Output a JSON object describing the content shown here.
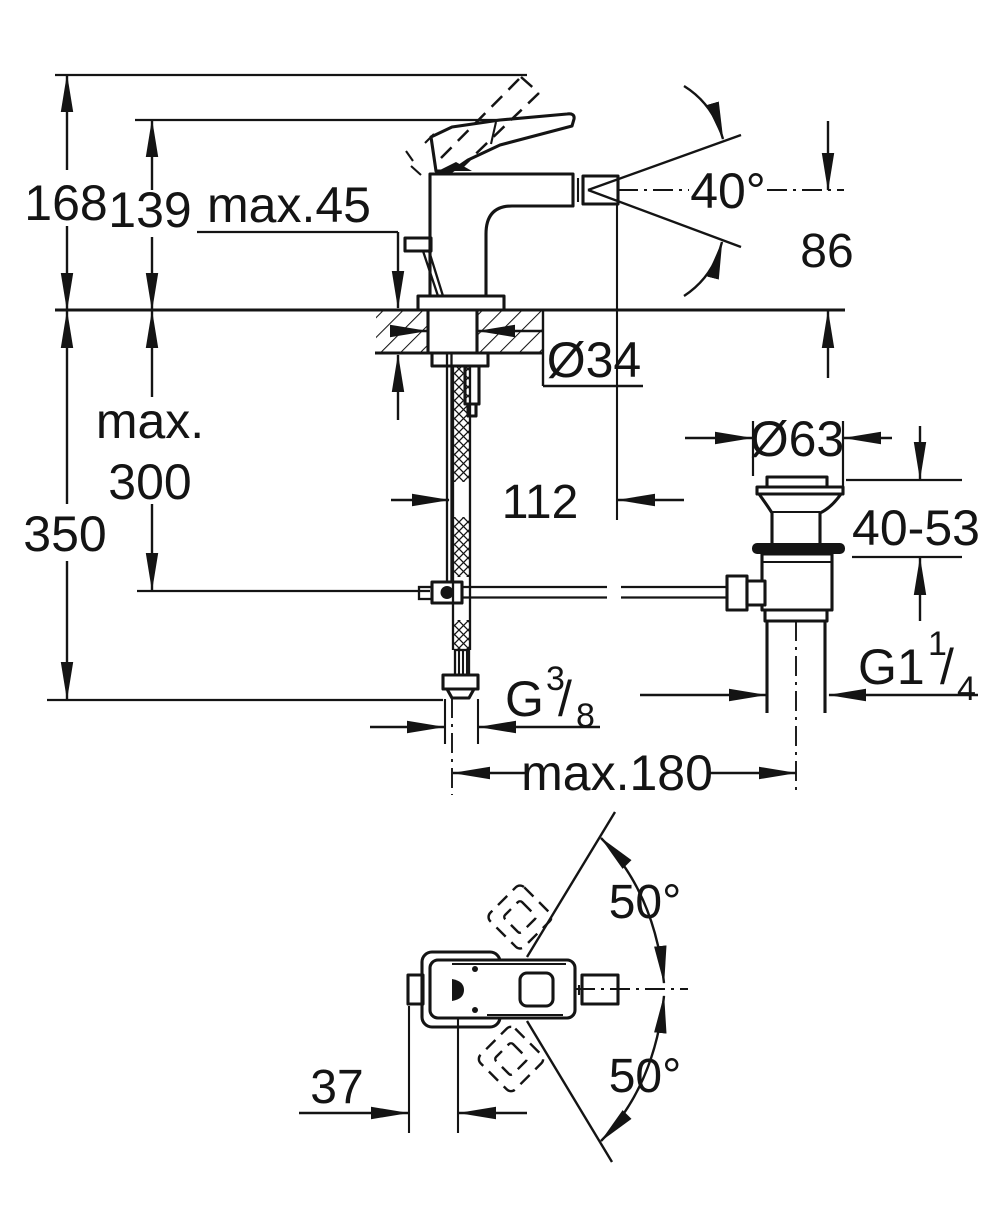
{
  "drawing": {
    "side_view": {
      "dim_168": "168",
      "dim_139": "139",
      "dim_max45": "max.45",
      "dim_40deg": "40°",
      "dim_86": "86",
      "dim_dia34": "Ø34",
      "dim_max_word": "max.",
      "dim_300": "300",
      "dim_350": "350",
      "dim_112": "112",
      "dim_dia63": "Ø63",
      "dim_40_53": "40-53",
      "dim_max180": "max.180",
      "thread_g114": {
        "base": "G1",
        "sup": "1",
        "slash": "/",
        "sub": "4"
      },
      "thread_g38": {
        "base": "G",
        "sup": "3",
        "slash": "/",
        "sub": "8"
      }
    },
    "plan_view": {
      "dim_50_upper": "50°",
      "dim_50_lower": "50°",
      "dim_37": "37"
    },
    "colors": {
      "ink": "#141414",
      "paper": "#ffffff"
    }
  }
}
